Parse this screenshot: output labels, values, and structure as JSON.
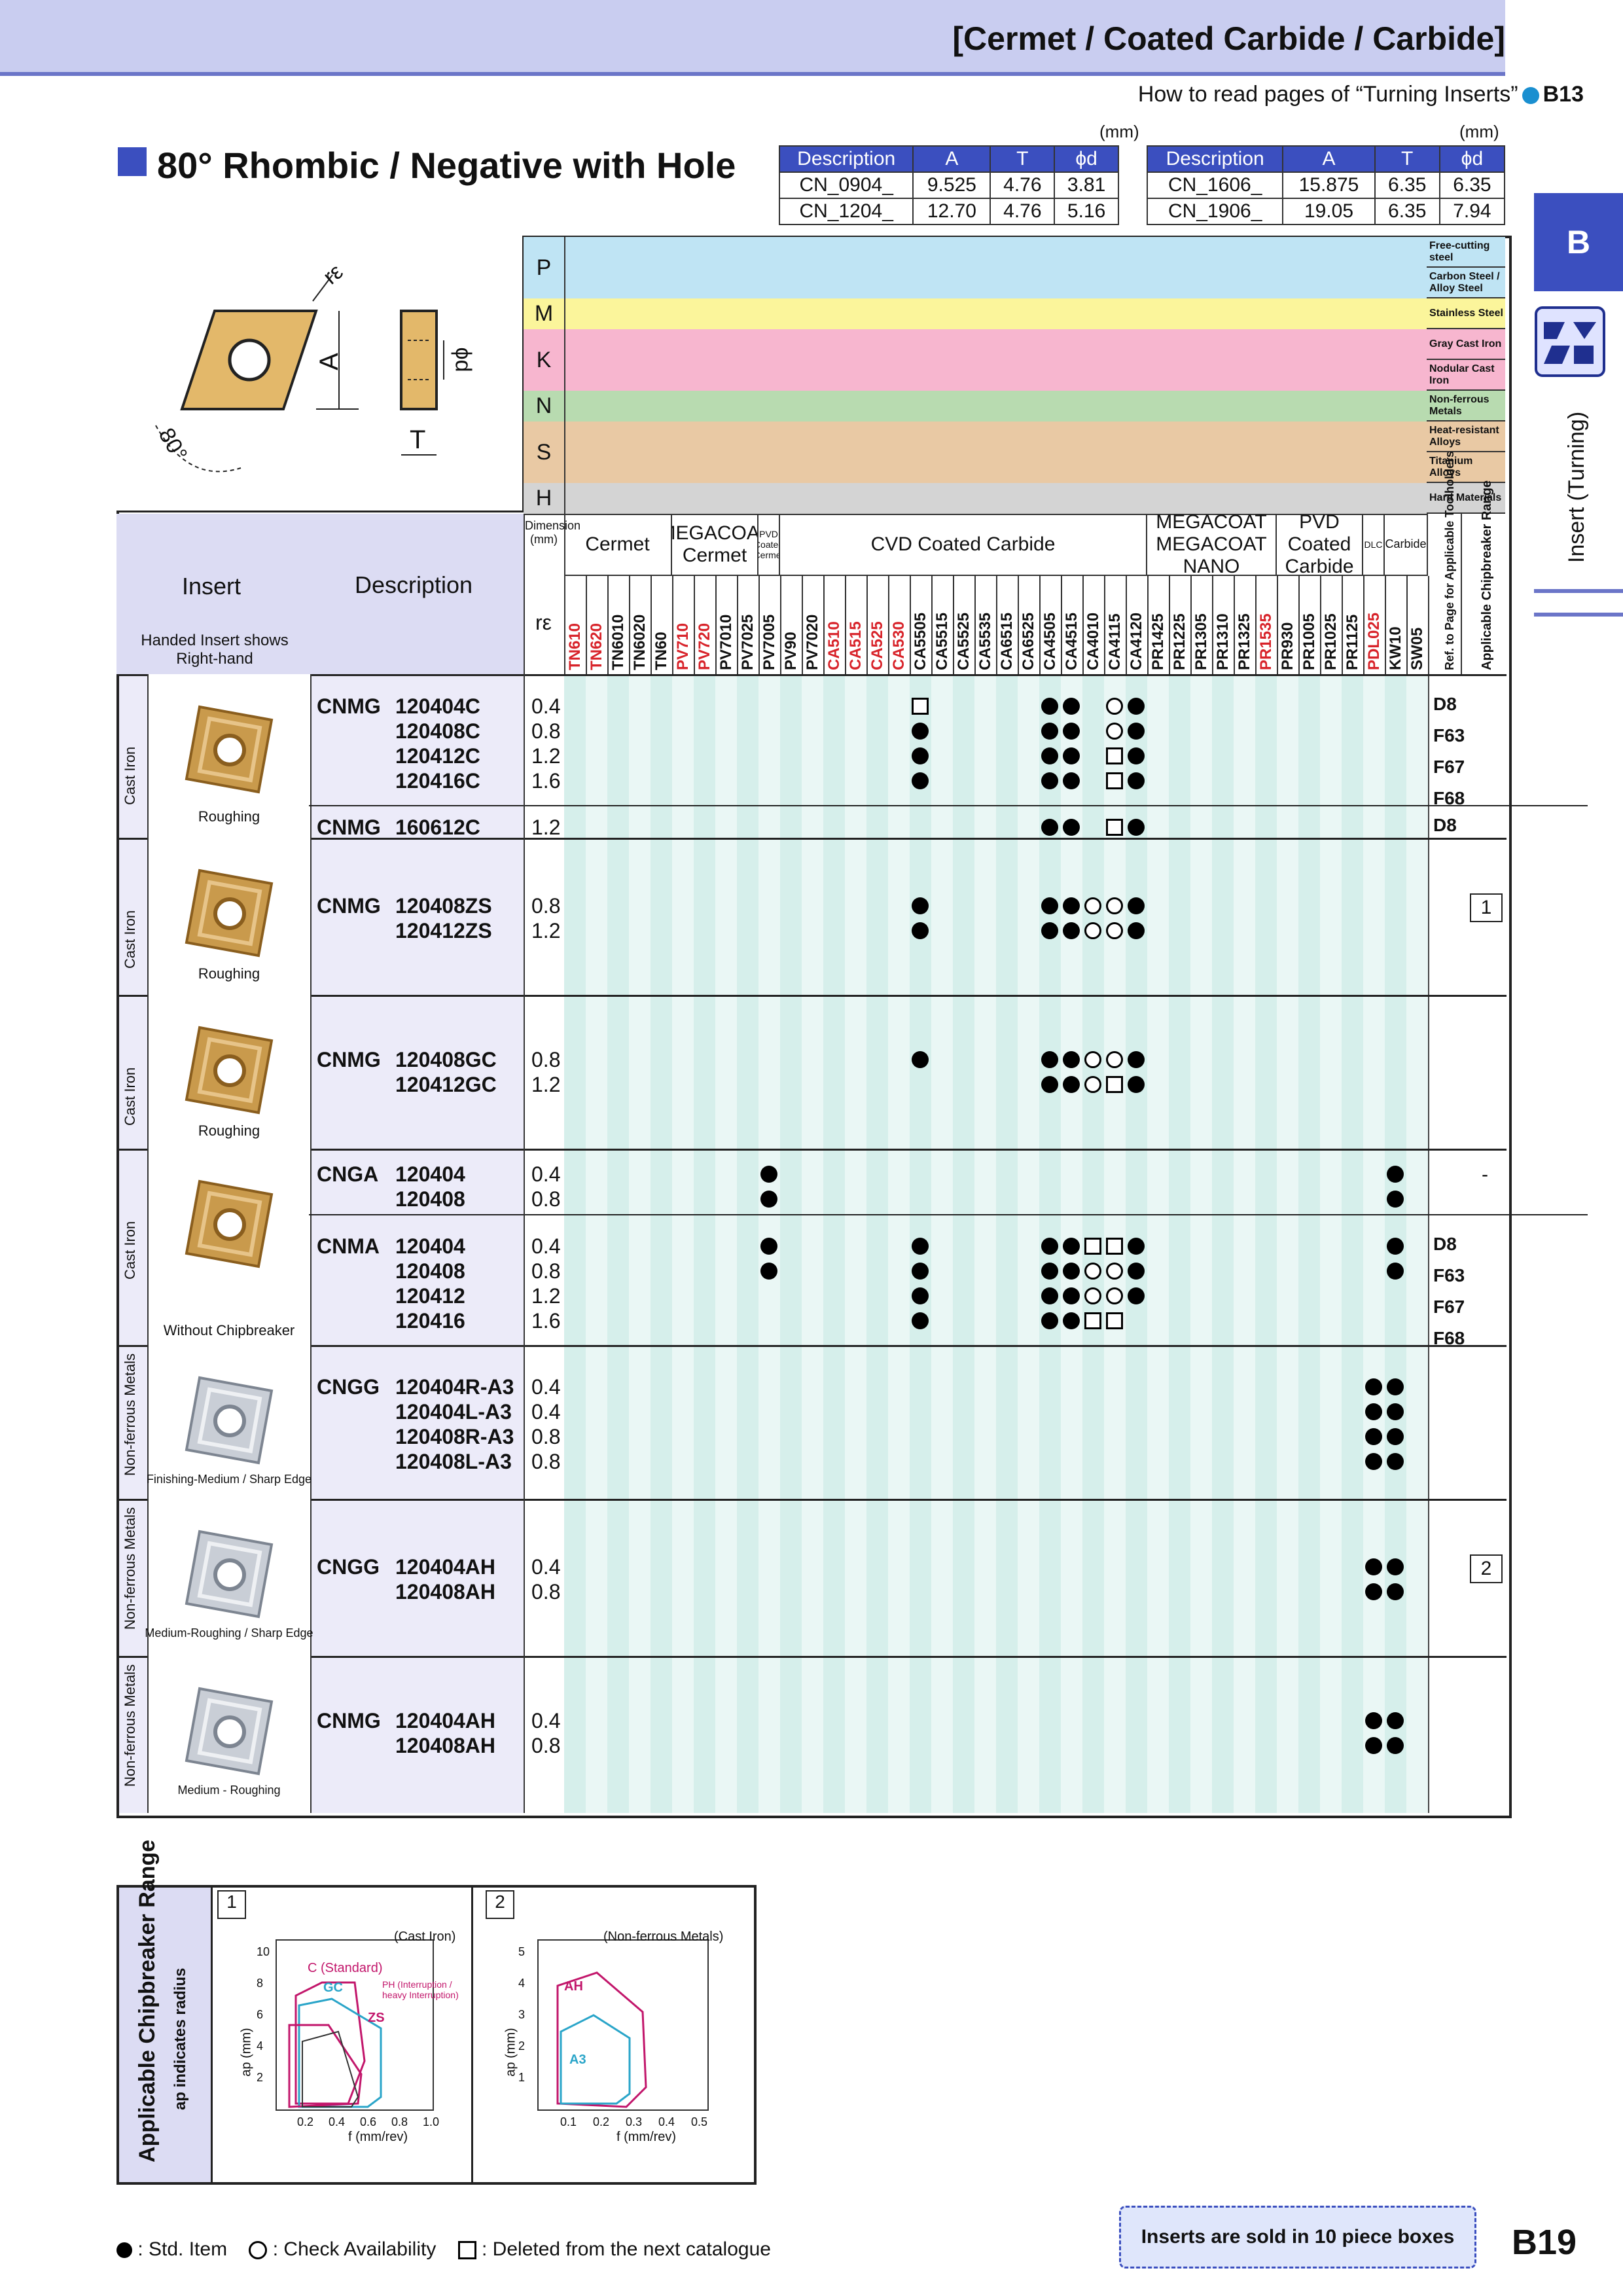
{
  "header": {
    "title": "[Cermet / Coated Carbide / Carbide]"
  },
  "howto": {
    "text": "How to read pages of “Turning Inserts”",
    "ref": "B13"
  },
  "side": {
    "tab": "B",
    "section": "Insert (Turning)"
  },
  "section_title": "80° Rhombic / Negative with Hole",
  "dim_unit": "(mm)",
  "dim_table_left": {
    "headers": [
      "Description",
      "A",
      "T",
      "ϕd"
    ],
    "rows": [
      [
        "CN_0904_",
        "9.525",
        "4.76",
        "3.81"
      ],
      [
        "CN_1204_",
        "12.70",
        "4.76",
        "5.16"
      ]
    ]
  },
  "dim_table_right": {
    "headers": [
      "Description",
      "A",
      "T",
      "ϕd"
    ],
    "rows": [
      [
        "CN_1606_",
        "15.875",
        "6.35",
        "6.35"
      ],
      [
        "CN_1906_",
        "19.05",
        "6.35",
        "7.94"
      ]
    ]
  },
  "diagram": {
    "re": "rε",
    "a": "A",
    "d": "ϕd",
    "t": "T",
    "angle": "80°"
  },
  "materials": [
    {
      "letter": "P",
      "labels": [
        "Free-cutting steel",
        "Carbon Steel / Alloy Steel"
      ],
      "color": "#bfe4f4"
    },
    {
      "letter": "M",
      "labels": [
        "Stainless Steel"
      ],
      "color": "#fbf59b"
    },
    {
      "letter": "K",
      "labels": [
        "Gray Cast Iron",
        "Nodular Cast Iron"
      ],
      "color": "#f7b6cf"
    },
    {
      "letter": "N",
      "labels": [
        "Non-ferrous Metals"
      ],
      "color": "#b8dbb0"
    },
    {
      "letter": "S",
      "labels": [
        "Heat-resistant Alloys",
        "Titanium Alloys"
      ],
      "color": "#e9c9a4"
    },
    {
      "letter": "H",
      "labels": [
        "Hard Materials"
      ],
      "color": "#d4d4d4"
    }
  ],
  "column_groups": {
    "dimension": "Dimension (mm)",
    "cermet": "Cermet",
    "megacoat_cermet": "MEGACOAT Cermet",
    "pvd_coated_cermet": "PVD Coated Cermet",
    "cvd": "CVD Coated Carbide",
    "megacoat_nano": "MEGACOAT MEGACOAT NANO",
    "pvd_carbide": "PVD Coated Carbide",
    "dlc": "DLC",
    "carbide": "Carbide",
    "ref_page": "Ref. to Page for Applicable Toolholders",
    "range": "Applicable Chipbreaker Range"
  },
  "left_head": {
    "insert": "Insert",
    "handed": "Handed Insert shows Right-hand",
    "description": "Description",
    "re": "rε"
  },
  "grades": [
    "TN610",
    "TN620",
    "TN6010",
    "TN6020",
    "TN60",
    "PV710",
    "PV720",
    "PV7010",
    "PV7025",
    "PV7005",
    "PV90",
    "PV7020",
    "CA510",
    "CA515",
    "CA525",
    "CA530",
    "CA5505",
    "CA5515",
    "CA5525",
    "CA5535",
    "CA6515",
    "CA6525",
    "CA4505",
    "CA4515",
    "CA4010",
    "CA4115",
    "CA4120",
    "PR1425",
    "PR1225",
    "PR1305",
    "PR1310",
    "PR1325",
    "PR1535",
    "PR930",
    "PR1005",
    "PR1025",
    "PR1125",
    "PDL025",
    "KW10",
    "SW05"
  ],
  "rows": [
    {
      "category": "Cast Iron",
      "type": "Roughing",
      "code": "CNMG",
      "items": [
        "120404C",
        "120408C",
        "120412C",
        "120416C"
      ],
      "re": [
        "0.4",
        "0.8",
        "1.2",
        "1.6"
      ],
      "ref": [
        "D8",
        "F63",
        "F67",
        "F68"
      ]
    },
    {
      "code": "CNMG",
      "items": [
        "160612C"
      ],
      "re": [
        "1.2"
      ],
      "ref": [
        "D8"
      ]
    },
    {
      "category": "Cast Iron",
      "type": "Roughing",
      "code": "CNMG",
      "items": [
        "120408ZS",
        "120412ZS"
      ],
      "re": [
        "0.8",
        "1.2"
      ],
      "range": "1"
    },
    {
      "category": "Cast Iron",
      "type": "Roughing",
      "code": "CNMG",
      "items": [
        "120408GC",
        "120412GC"
      ],
      "re": [
        "0.8",
        "1.2"
      ]
    },
    {
      "category": "Cast Iron",
      "type": "Without Chipbreaker",
      "code": "CNGA",
      "items": [
        "120404",
        "120408"
      ],
      "re": [
        "0.4",
        "0.8"
      ],
      "range": "-"
    },
    {
      "code": "CNMA",
      "items": [
        "120404",
        "120408",
        "120412",
        "120416"
      ],
      "re": [
        "0.4",
        "0.8",
        "1.2",
        "1.6"
      ],
      "ref": [
        "D8",
        "F63",
        "F67",
        "F68"
      ]
    },
    {
      "category": "Non-ferrous Metals",
      "type": "Finishing-Medium / Sharp Edge",
      "code": "CNGG",
      "items": [
        "120404R-A3",
        "120404L-A3",
        "120408R-A3",
        "120408L-A3"
      ],
      "re": [
        "0.4",
        "0.4",
        "0.8",
        "0.8"
      ]
    },
    {
      "category": "Non-ferrous Metals",
      "type": "Medium-Roughing / Sharp Edge",
      "code": "CNGG",
      "items": [
        "120404AH",
        "120408AH"
      ],
      "re": [
        "0.4",
        "0.8"
      ],
      "range": "2"
    },
    {
      "category": "Non-ferrous Metals",
      "type": "Medium - Roughing",
      "code": "CNMG",
      "items": [
        "120404AH",
        "120408AH"
      ],
      "re": [
        "0.4",
        "0.8"
      ]
    }
  ],
  "chipbreaker": {
    "title": "Applicable Chipbreaker Range",
    "subtitle": "ap indicates radius",
    "chart1": {
      "no": "1",
      "caption": "(Cast Iron)",
      "ylabel": "ap (mm)",
      "xlabel": "f (mm/rev)",
      "yticks": [
        "2",
        "4",
        "6",
        "8",
        "10"
      ],
      "xticks": [
        "0.2",
        "0.4",
        "0.6",
        "0.8",
        "1.0"
      ],
      "labels": [
        "C (Standard)",
        "GC",
        "PH (Interruption / heavy Interruption)",
        "ZS"
      ]
    },
    "chart2": {
      "no": "2",
      "caption": "(Non-ferrous Metals)",
      "ylabel": "ap (mm)",
      "xlabel": "f (mm/rev)",
      "yticks": [
        "1",
        "2",
        "3",
        "4",
        "5"
      ],
      "xticks": [
        "0.1",
        "0.2",
        "0.3",
        "0.4",
        "0.5"
      ],
      "labels": [
        "AH",
        "A3"
      ]
    }
  },
  "legend": {
    "std": ": Std. Item",
    "check": ": Check Availability",
    "deleted": ": Deleted from the next catalogue"
  },
  "sold": "Inserts are sold in 10 piece boxes",
  "page": "B19"
}
